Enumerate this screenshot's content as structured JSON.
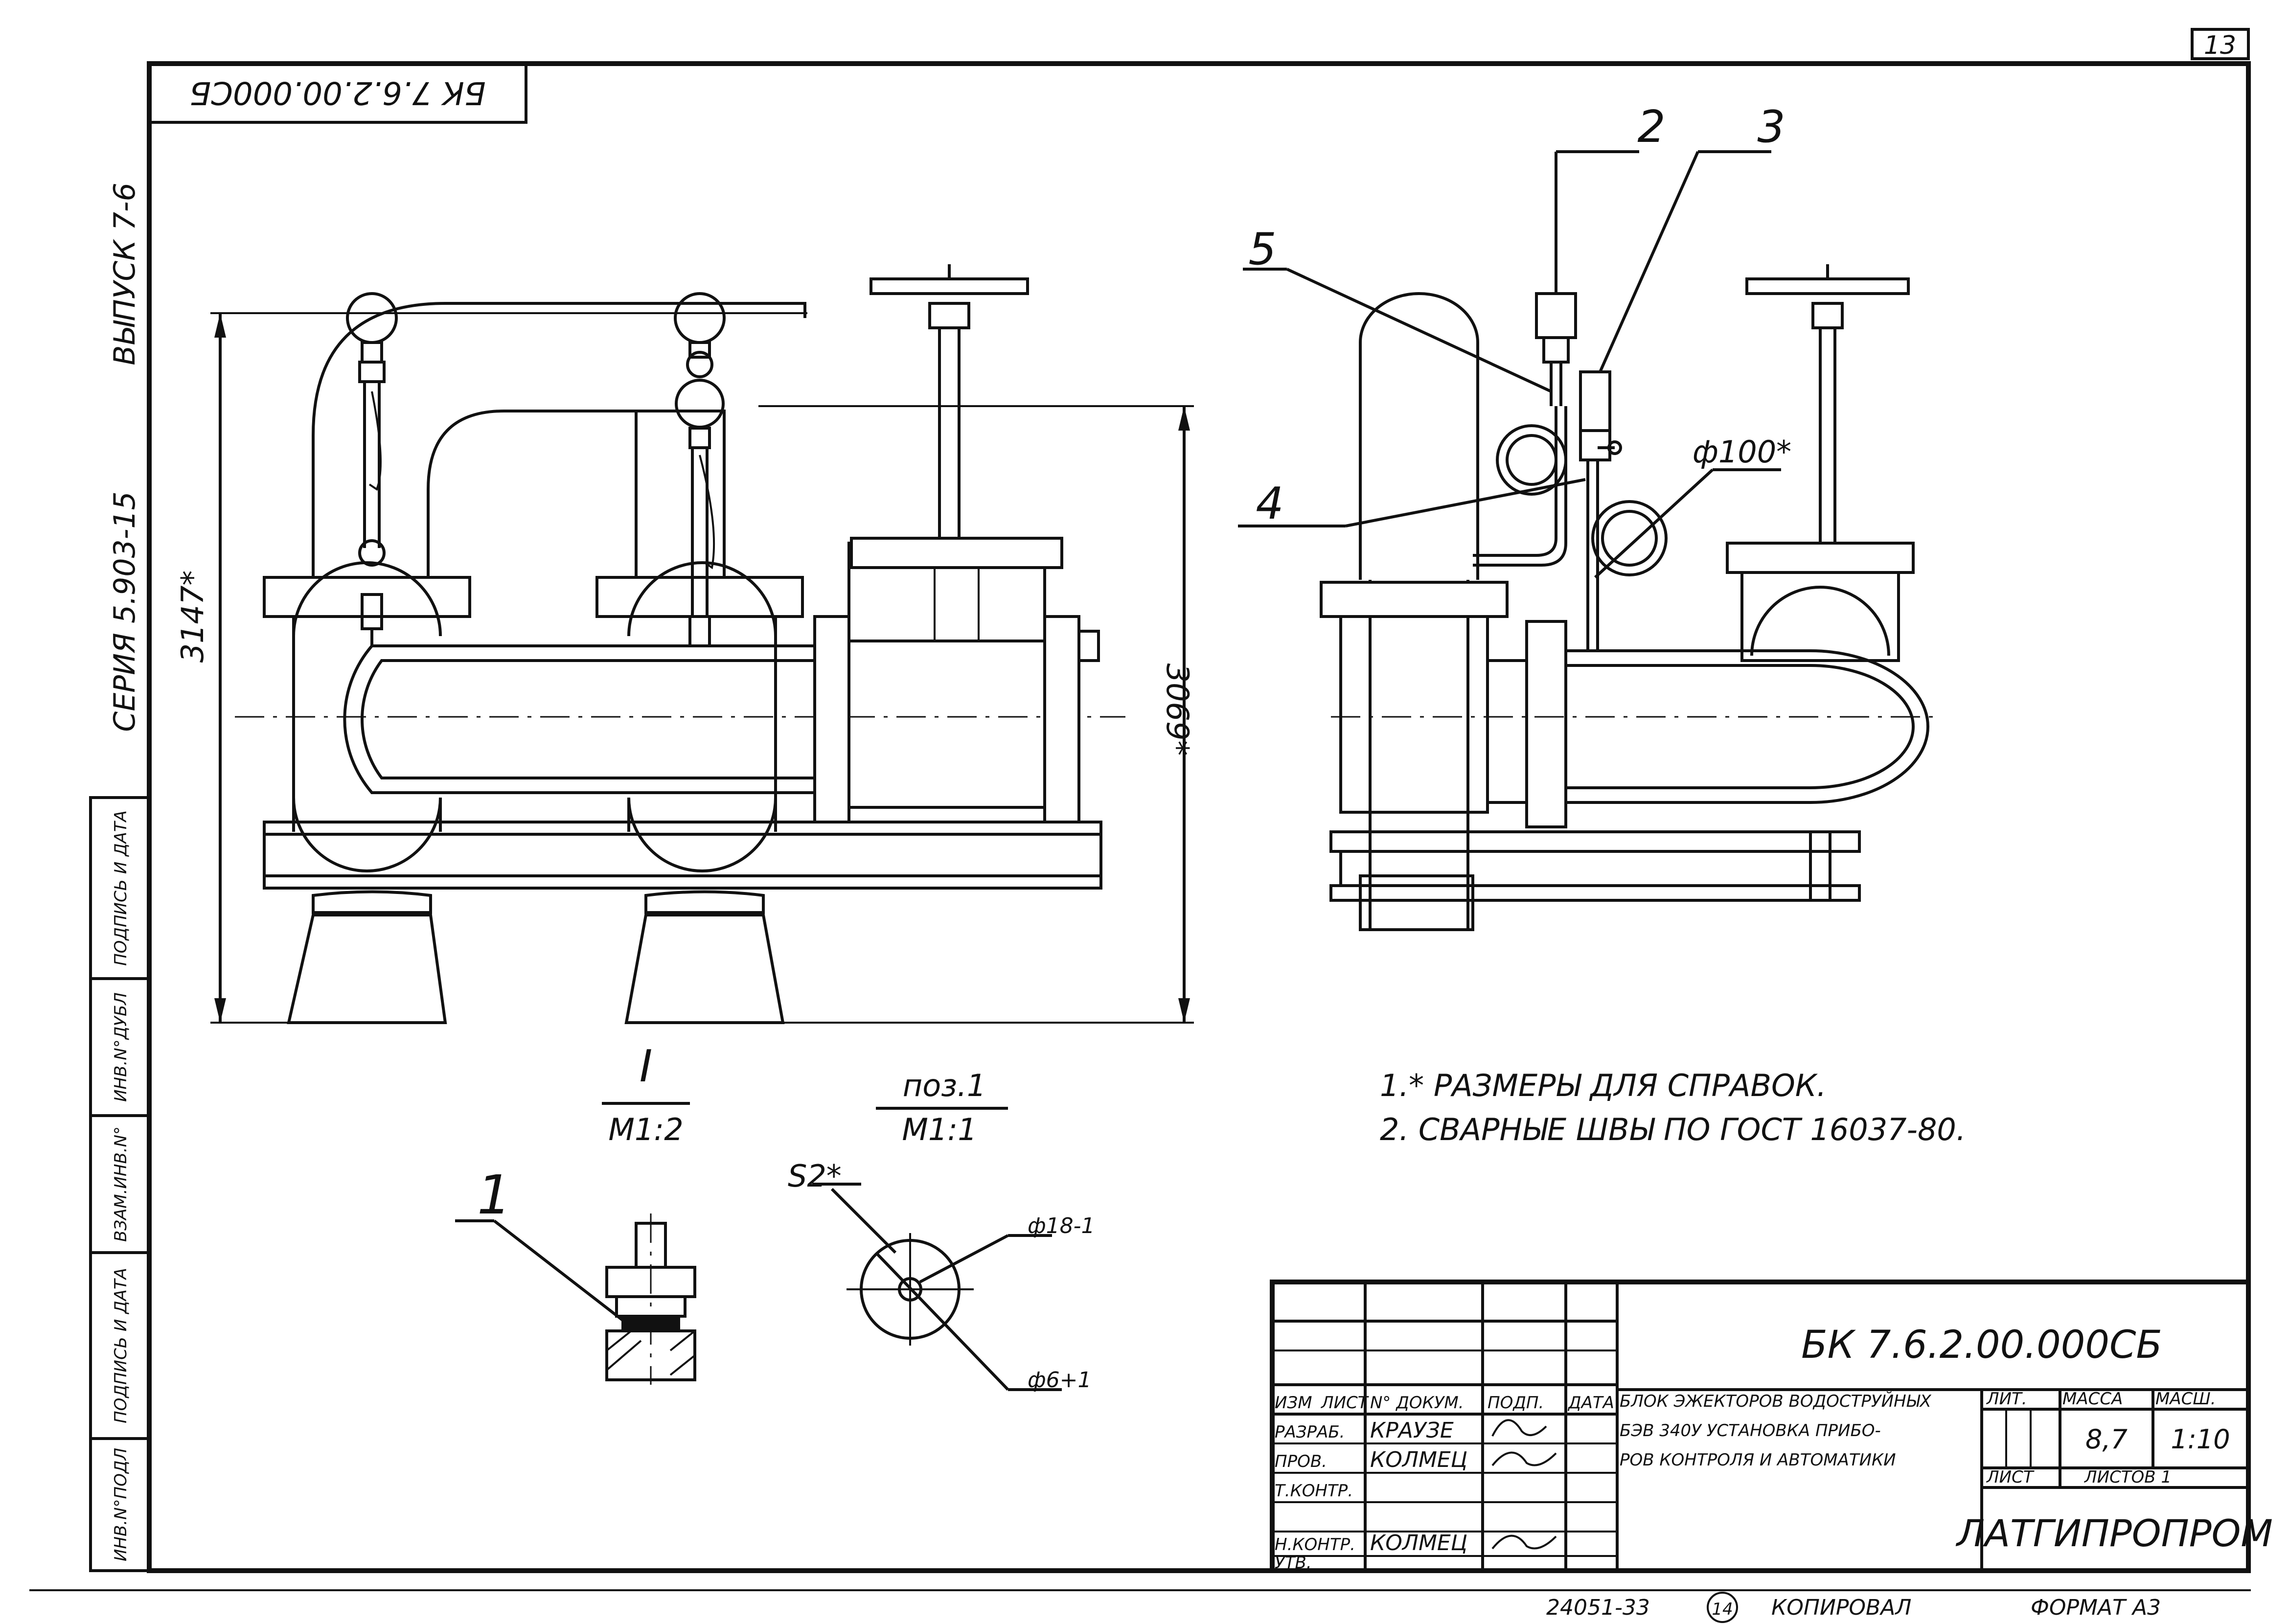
{
  "sheet": {
    "page_number": "13",
    "code_mirrored": "БК 7.6.2.00.000СБ",
    "series_label": "СЕРИЯ 5.903-15",
    "issue_label": "ВЫПУСК 7-6",
    "side_stamp": [
      "ИНВ.N°ПОДЛ",
      "ПОДПИСЬ И ДАТА",
      "ВЗАМ.ИНВ.N°",
      "ИНВ.N°ДУБЛ",
      "ПОДПИСЬ И ДАТА"
    ],
    "bottom_number": "24051-33",
    "bottom_circle": "14",
    "bottom_copy": "КОПИРОВАЛ",
    "bottom_format": "ФОРМАТ А3"
  },
  "drawing": {
    "dim_overall_height": "3147*",
    "dim_right_height": "3069*",
    "dim_diameter_100": "ф100*",
    "dim_s2": "S2*",
    "dim_d18": "ф18-1",
    "dim_d6": "ф6+1",
    "callouts": [
      "1",
      "2",
      "3",
      "4",
      "5"
    ],
    "section_label": "I",
    "section_scale": "М1:2",
    "detail_label": "поз.1",
    "detail_scale": "М1:1"
  },
  "notes": [
    "1.* РАЗМЕРЫ ДЛЯ СПРАВОК.",
    "2. СВАРНЫЕ ШВЫ ПО ГОСТ 16037-80."
  ],
  "title_block": {
    "designation": "БК 7.6.2.00.000СБ",
    "title_lines": [
      "БЛОК ЭЖЕКТОРОВ ВОДОСТРУЙНЫХ",
      "БЭВ 340У УСТАНОВКА ПРИБО-",
      "РОВ КОНТРОЛЯ И АВТОМАТИКИ"
    ],
    "col_headers": [
      "ИЗМ",
      "ЛИСТ",
      "N° ДОКУМ.",
      "ПОДП.",
      "ДАТА"
    ],
    "roles": [
      "РАЗРАБ.",
      "ПРОВ.",
      "Т.КОНТР.",
      "",
      "Н.КОНТР.",
      "УТВ."
    ],
    "names": [
      "КРАУЗЕ",
      "КОЛМЕЦ",
      "",
      "",
      "КОЛМЕЦ",
      ""
    ],
    "lit_label": "ЛИТ.",
    "mass_label": "МАССА",
    "scale_label": "МАСШ.",
    "mass_value": "8,7",
    "scale_value": "1:10",
    "sheet_label": "ЛИСТ",
    "sheets_label": "ЛИСТОВ 1",
    "org": "ЛАТГИПРОПРОМ"
  }
}
